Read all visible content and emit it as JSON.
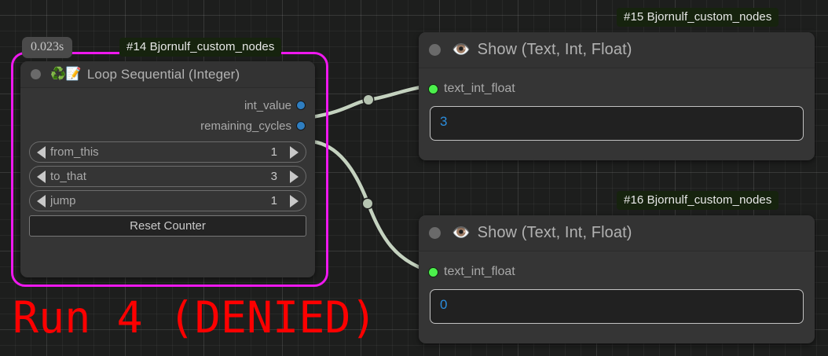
{
  "canvas": {
    "background_color": "#1d1e1d",
    "grid_color": "#2a2a2a",
    "overlay_text": "Run 4 (DENIED)",
    "overlay_color": "#fd0000"
  },
  "nodes": [
    {
      "id_badge": "#14 Bjornulf_custom_nodes",
      "exec_time": "0.023s",
      "title": "Loop Sequential (Integer)",
      "title_emojis": "♻️📝",
      "selected": true,
      "selection_color": "#ef18ef",
      "outputs": [
        {
          "label": "int_value",
          "color": "#2f7ec0"
        },
        {
          "label": "remaining_cycles",
          "color": "#2f7ec0"
        }
      ],
      "widgets": [
        {
          "name": "from_this",
          "value": "1"
        },
        {
          "name": "to_that",
          "value": "3"
        },
        {
          "name": "jump",
          "value": "1"
        }
      ],
      "buttons": [
        {
          "label": "Reset Counter"
        }
      ]
    },
    {
      "id_badge": "#15 Bjornulf_custom_nodes",
      "title": "Show (Text, Int, Float)",
      "title_emojis": "👁️",
      "selected": false,
      "inputs": [
        {
          "label": "text_int_float",
          "color": "#4cf04c"
        }
      ],
      "textbox_value": "3"
    },
    {
      "id_badge": "#16 Bjornulf_custom_nodes",
      "title": "Show (Text, Int, Float)",
      "title_emojis": "👁️",
      "selected": false,
      "inputs": [
        {
          "label": "text_int_float",
          "color": "#4cf04c"
        }
      ],
      "textbox_value": "0"
    }
  ],
  "links": [
    {
      "from": "node14.int_value",
      "to": "node15.text_int_float",
      "color": "#c4d2bf"
    },
    {
      "from": "node14.remaining_cycles",
      "to": "node16.text_int_float",
      "color": "#c4d2bf"
    }
  ]
}
